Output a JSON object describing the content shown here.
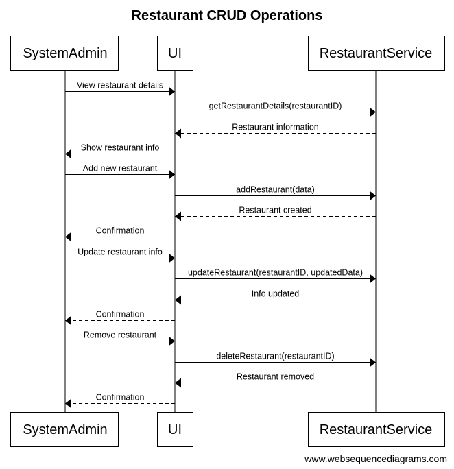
{
  "diagram": {
    "title": "Restaurant CRUD Operations",
    "watermark": "www.websequencediagrams.com",
    "participants": [
      {
        "id": "admin",
        "label": "SystemAdmin"
      },
      {
        "id": "ui",
        "label": "UI"
      },
      {
        "id": "svc",
        "label": "RestaurantService"
      }
    ],
    "messages": [
      {
        "from": "admin",
        "to": "ui",
        "label": "View restaurant details",
        "style": "solid"
      },
      {
        "from": "ui",
        "to": "svc",
        "label": "getRestaurantDetails(restaurantID)",
        "style": "solid"
      },
      {
        "from": "svc",
        "to": "ui",
        "label": "Restaurant information",
        "style": "dashed"
      },
      {
        "from": "ui",
        "to": "admin",
        "label": "Show restaurant info",
        "style": "dashed"
      },
      {
        "from": "admin",
        "to": "ui",
        "label": "Add new restaurant",
        "style": "solid"
      },
      {
        "from": "ui",
        "to": "svc",
        "label": "addRestaurant(data)",
        "style": "solid"
      },
      {
        "from": "svc",
        "to": "ui",
        "label": "Restaurant created",
        "style": "dashed"
      },
      {
        "from": "ui",
        "to": "admin",
        "label": "Confirmation",
        "style": "dashed"
      },
      {
        "from": "admin",
        "to": "ui",
        "label": "Update restaurant info",
        "style": "solid"
      },
      {
        "from": "ui",
        "to": "svc",
        "label": "updateRestaurant(restaurantID, updatedData)",
        "style": "solid"
      },
      {
        "from": "svc",
        "to": "ui",
        "label": "Info updated",
        "style": "dashed"
      },
      {
        "from": "ui",
        "to": "admin",
        "label": "Confirmation",
        "style": "dashed"
      },
      {
        "from": "admin",
        "to": "ui",
        "label": "Remove restaurant",
        "style": "solid"
      },
      {
        "from": "ui",
        "to": "svc",
        "label": "deleteRestaurant(restaurantID)",
        "style": "solid"
      },
      {
        "from": "svc",
        "to": "ui",
        "label": "Restaurant removed",
        "style": "dashed"
      },
      {
        "from": "ui",
        "to": "admin",
        "label": "Confirmation",
        "style": "dashed"
      }
    ]
  }
}
